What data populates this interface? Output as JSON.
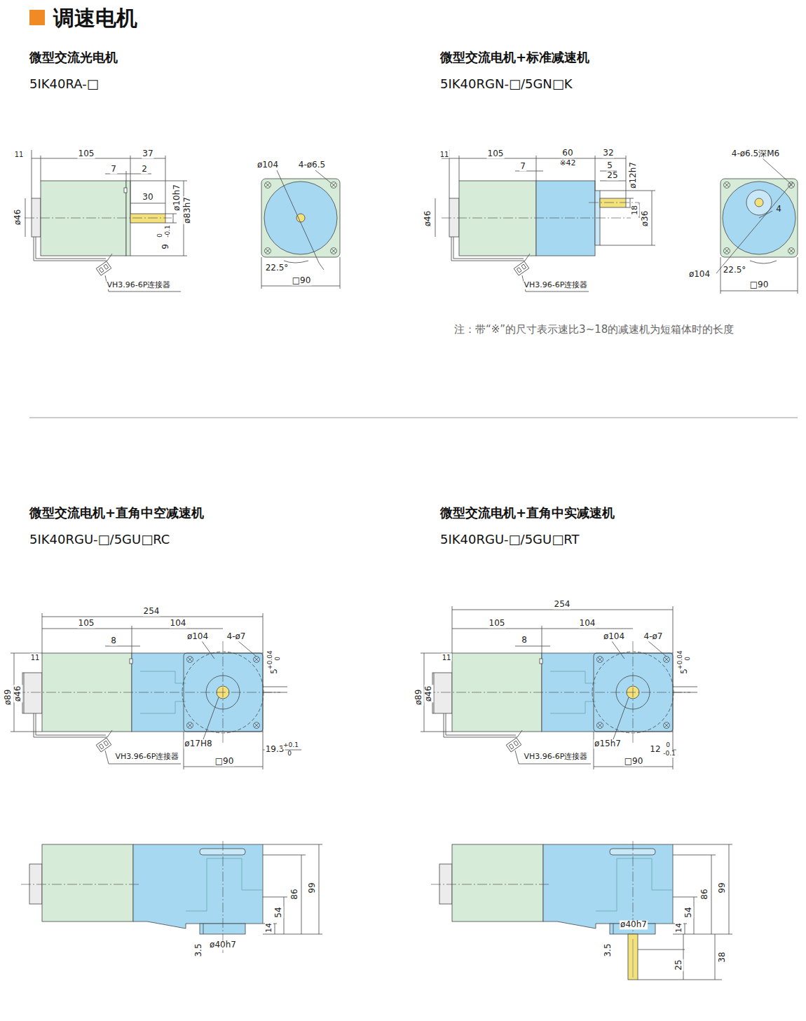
{
  "diagram": {
    "title": "调速电机",
    "labels": [
      "微型交流光电机",
      "5IK40RA-□",
      "微型交流电机+标准减速机",
      "5IK40RGN-□/5GN□K",
      "注：带“※”的尺寸表示速比3~18的减速机为短箱体时的长度",
      "微型交流电机+直角中空减速机",
      "5IK40RGU-□/5GU□RC",
      "微型交流电机+直角中实减速机",
      "5IK40RGU-□/5GU□RT",
      "11",
      "105",
      "37",
      "7",
      "2",
      "30",
      "ø10h7",
      "ø83h7",
      "9",
      "0",
      "-0.1",
      "ø46",
      "VH3.96-6P连接器",
      "ø104",
      "4-ø6.5",
      "22.5°",
      "□90",
      "11",
      "105",
      "60",
      "※42",
      "32",
      "7",
      "5",
      "25",
      "ø12h7",
      "18",
      "ø36",
      "ø46",
      "VH3.96-6P连接器",
      "4-ø6.5深M6",
      "4",
      "ø104",
      "22.5°",
      "□90",
      "254",
      "105",
      "104",
      "8",
      "ø104",
      "4-ø7",
      "11",
      "ø89",
      "ø46",
      "5",
      "+0.04",
      "0",
      "ø17H8",
      "19.3",
      "+0.1",
      "0",
      "□90",
      "VH3.96-6P连接器",
      "99",
      "86",
      "54",
      "14",
      "3.5",
      "ø40h7",
      "254",
      "105",
      "104",
      "8",
      "ø104",
      "4-ø7",
      "11",
      "ø89",
      "ø46",
      "5",
      "+0.04",
      "0",
      "ø15h7",
      "12",
      "0",
      "-0.1",
      "□90",
      "VH3.96-6P连接器",
      "99",
      "86",
      "54",
      "14",
      "25",
      "38",
      "3.5",
      "ø40h7"
    ]
  }
}
